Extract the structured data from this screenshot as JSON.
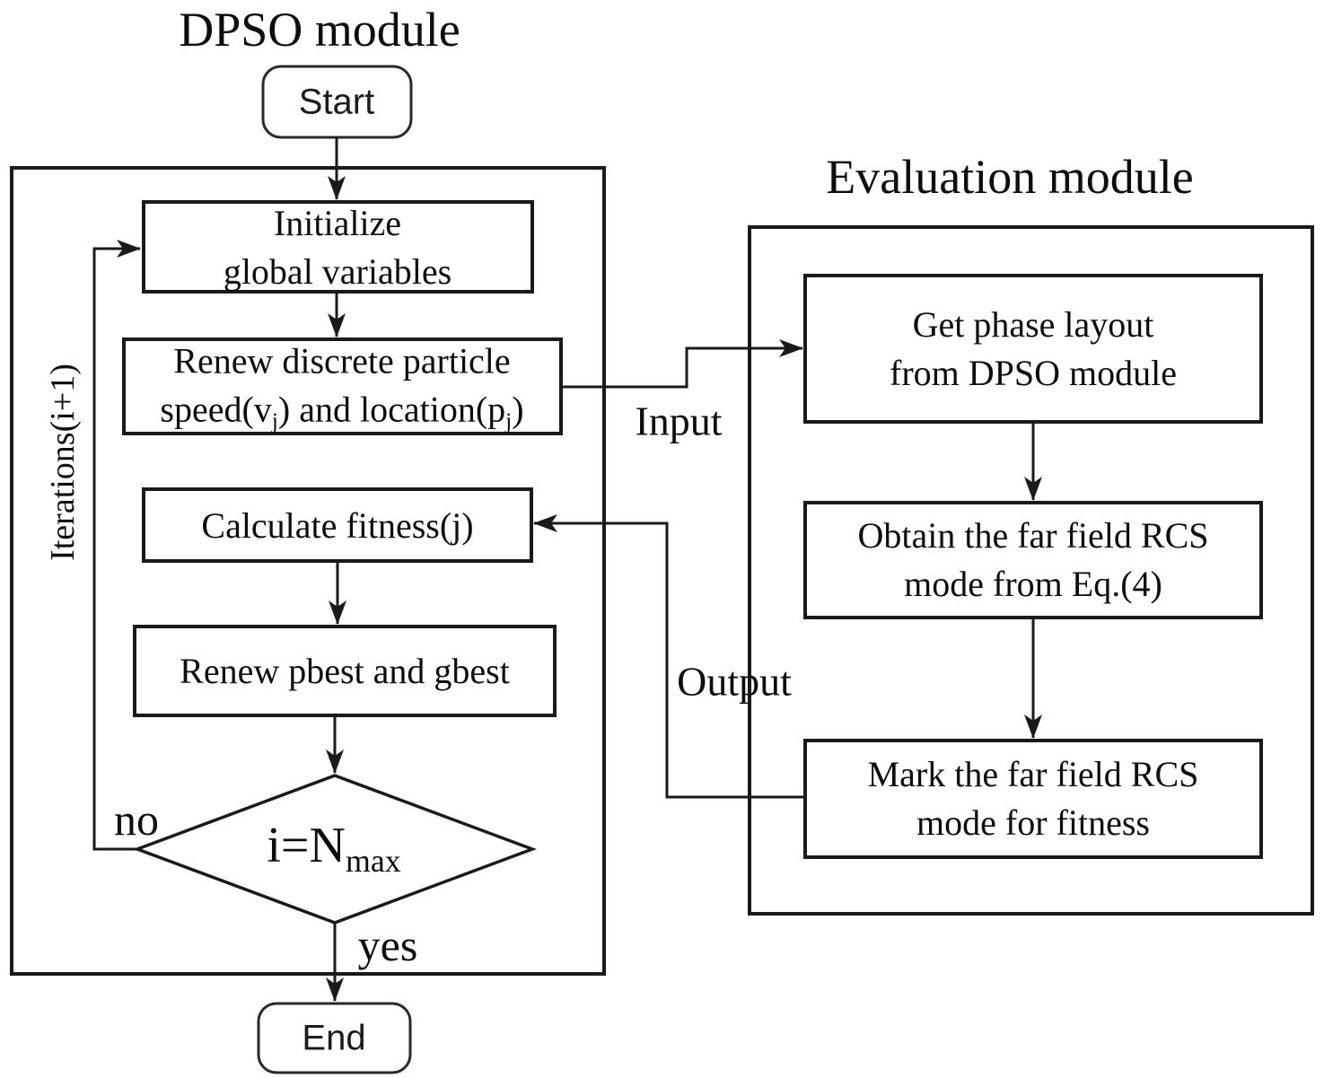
{
  "diagram": {
    "colors": {
      "stroke": "#1a1a1a",
      "text": "#0d0d0d",
      "background": "#ffffff"
    },
    "dpso": {
      "title": "DPSO module",
      "start_label": "Start",
      "initialize": {
        "line1": "Initialize",
        "line2": "global variables"
      },
      "renew_discrete": {
        "line1": "Renew discrete particle",
        "line2_parts": [
          {
            "t": "speed(v"
          },
          {
            "t": "j",
            "sub": true
          },
          {
            "t": ") and location(p"
          },
          {
            "t": "j",
            "sub": true
          },
          {
            "t": ")"
          }
        ]
      },
      "calculate_fitness": "Calculate fitness(j)",
      "renew_pbest": "Renew pbest and gbest",
      "decision_parts": [
        {
          "t": "i=N"
        },
        {
          "t": "max",
          "sub": true
        }
      ],
      "iteration_label": "Iterations(i+1)",
      "branch_no": "no",
      "branch_yes": "yes",
      "end_label": "End"
    },
    "evaluation": {
      "title": "Evaluation module",
      "get_phase": {
        "line1": "Get phase layout",
        "line2": "from DPSO module"
      },
      "obtain_rcs": {
        "line1": "Obtain the far field RCS",
        "line2": "mode from Eq.(4)"
      },
      "mark_rcs": {
        "line1": "Mark the far field RCS",
        "line2": "mode for fitness"
      }
    },
    "edges": {
      "input": "Input",
      "output": "Output"
    }
  }
}
